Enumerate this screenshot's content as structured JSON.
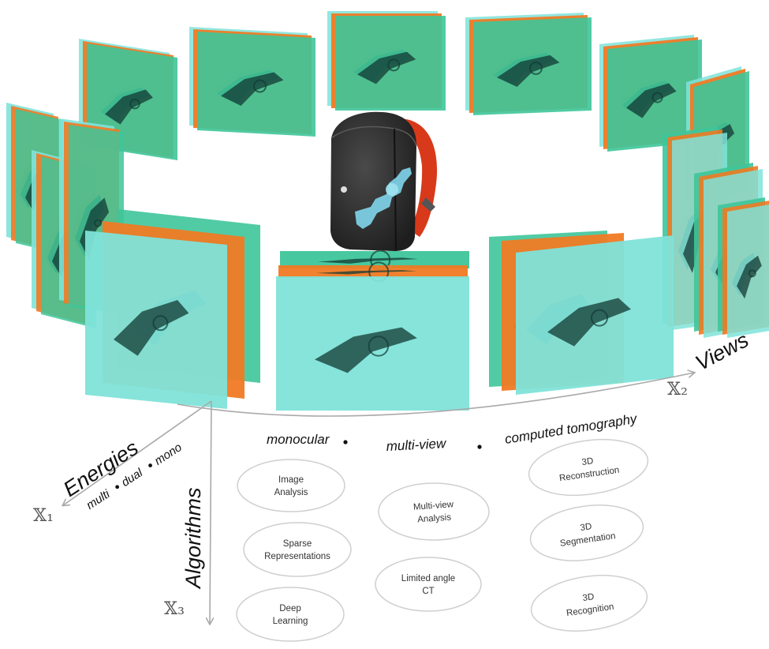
{
  "axes": {
    "views": {
      "label": "Views",
      "variable": "𝕏₂",
      "categories": [
        "monocular",
        "multi-view",
        "computed tomography"
      ]
    },
    "energies": {
      "label": "Energies",
      "variable": "𝕏₁",
      "categories": [
        "multi",
        "dual",
        "mono"
      ]
    },
    "algorithms": {
      "label": "Algorithms",
      "variable": "𝕏₃"
    }
  },
  "algorithms": {
    "monocular": [
      [
        "Image",
        "Analysis"
      ],
      [
        "Sparse",
        "Representations"
      ],
      [
        "Deep",
        "Learning"
      ]
    ],
    "multi_view": [
      [
        "Multi-view",
        "Analysis"
      ],
      [
        "Limited angle",
        "CT"
      ]
    ],
    "computed_tomography": [
      [
        "3D",
        "Reconstruction"
      ],
      [
        "3D",
        "Segmentation"
      ],
      [
        "3D",
        "Recognition"
      ]
    ]
  },
  "colors": {
    "xray_green": "#3ec59a",
    "xray_cyan": "#7fe3d9",
    "orange": "#f07a24",
    "axis": "#a9a9a9",
    "backpack": "#2b2b2b",
    "backpack_accent": "#d8391b",
    "gun": "#7fd3e8"
  },
  "icons": {
    "center": "backpack-with-gun-icon"
  }
}
